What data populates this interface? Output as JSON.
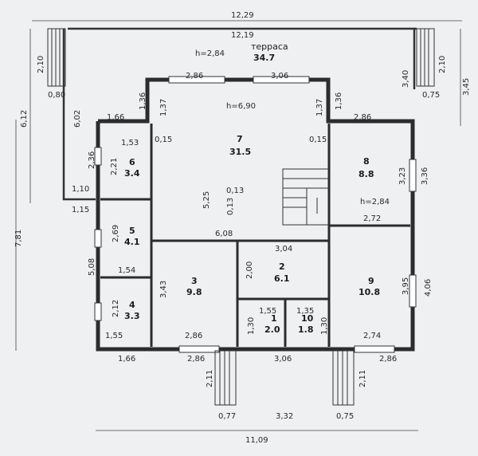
{
  "terrace": {
    "name": "терраса",
    "area": "34.7",
    "height": "h=2,84"
  },
  "rooms": [
    {
      "id": "room-7",
      "num": "7",
      "area": "31.5",
      "height": "h=6,90"
    },
    {
      "id": "room-8",
      "num": "8",
      "area": "8.8",
      "height": "h=2,84"
    },
    {
      "id": "room-6",
      "num": "6",
      "area": "3.4"
    },
    {
      "id": "room-5",
      "num": "5",
      "area": "4.1"
    },
    {
      "id": "room-4",
      "num": "4",
      "area": "3.3"
    },
    {
      "id": "room-3",
      "num": "3",
      "area": "9.8"
    },
    {
      "id": "room-2",
      "num": "2",
      "area": "6.1"
    },
    {
      "id": "room-1",
      "num": "1",
      "area": "2.0"
    },
    {
      "id": "room-10",
      "num": "10",
      "area": "1.8"
    },
    {
      "id": "room-9",
      "num": "9",
      "area": "10.8"
    }
  ],
  "stair_heights": [
    "0,13",
    "0,13"
  ],
  "dims": {
    "t_top_outer": "12,29",
    "t_top_inner": "12,19",
    "t_left_210": "2,10",
    "t_right_210": "2,10",
    "t_080": "0,80",
    "t_075": "0,75",
    "t_340": "3,40",
    "t_345": "3,45",
    "t_602": "6,02",
    "t_612": "6,12",
    "t_110": "1,10",
    "t_115": "1,15",
    "d_286_top": "2,86",
    "d_306_top": "3,06",
    "d_136_l": "1,36",
    "d_137_l": "1,37",
    "d_137_r": "1,37",
    "d_136_r": "1,36",
    "d_166_top": "1,66",
    "d_153": "1,53",
    "d_015_l": "0,15",
    "d_015_r": "0,15",
    "d_286_r8": "2,86",
    "d_236": "2,36",
    "d_221": "2,21",
    "d_323": "3,23",
    "d_336": "3,36",
    "d_525": "5,25",
    "d_272": "2,72",
    "d_781": "7,81",
    "d_269": "2,69",
    "d_608": "6,08",
    "d_304": "3,04",
    "d_508": "5,08",
    "d_200": "2,00",
    "d_154": "1,54",
    "d_343": "3,43",
    "d_395": "3,95",
    "d_406": "4,06",
    "d_212": "2,12",
    "d_155_1": "1,55",
    "d_135": "1,35",
    "d_130_l": "1,30",
    "d_130_r": "1,30",
    "d_155_4": "1,55",
    "d_286_3": "2,86",
    "d_274": "2,74",
    "d_166_bot": "1,66",
    "d_286_bl": "2,86",
    "d_306_bot": "3,06",
    "d_286_br": "2,86",
    "d_211_l": "2,11",
    "d_211_r": "2,11",
    "d_077": "0,77",
    "d_332": "3,32",
    "d_075_b": "0,75",
    "d_1109": "11,09"
  }
}
